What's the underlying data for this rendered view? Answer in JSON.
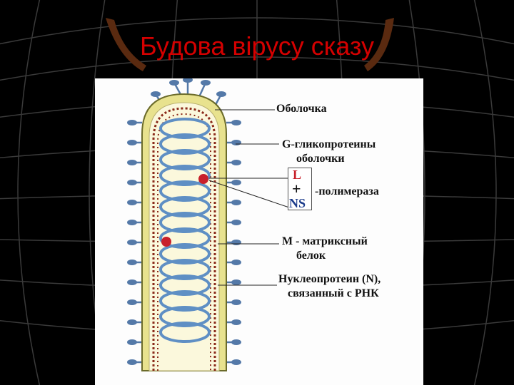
{
  "slide": {
    "title": "Будова вірусу сказу"
  },
  "diagram": {
    "labels": {
      "envelope": "Оболочка",
      "glyco_1": "G-гликопротеины",
      "glyco_2": "оболочки",
      "l_letter": "L",
      "plus": "+",
      "ns_letter": "NS",
      "polymerase": "-полимераза",
      "matrix_1": "М - матриксный",
      "matrix_2": "белок",
      "nucleo_1": "Нуклеопротеин (N),",
      "nucleo_2": "связанный с РНК"
    },
    "colors": {
      "envelope_fill": "#e8e28e",
      "coil": "#5f8fc4",
      "spike": "#5479a8",
      "membrane_dots": "#8a2a1a",
      "polymerase_dot": "#c8202a",
      "l_letter": "#c8202a",
      "ns_letter": "#1a3a8a",
      "title": "#d40000"
    }
  }
}
